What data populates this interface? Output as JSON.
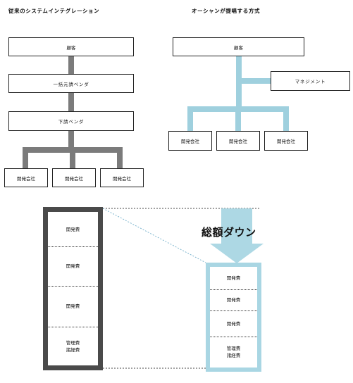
{
  "left": {
    "title": "従来のシステムインテグレーション",
    "client": "顧客",
    "prime": "一括元請ベンダ",
    "sub": "下請ベンダ",
    "devs": [
      "開発会社",
      "開発会社",
      "開発会社"
    ]
  },
  "right": {
    "title": "オーシャンが提唱する方式",
    "client": "顧客",
    "management": "マネジメント",
    "devs": [
      "開発会社",
      "開発会社",
      "開発会社"
    ]
  },
  "bottom": {
    "banner": "総額ダウン",
    "left_cost": [
      "開発費",
      "開発費",
      "開発費",
      "管理費\n諸経費"
    ],
    "right_cost": [
      "開発費",
      "開発費",
      "開発費",
      "管理費\n諸経費"
    ]
  },
  "colors": {
    "left_line": "#7b7b7b",
    "right_line": "#9fd0de",
    "left_frame": "#4a4a4a",
    "right_frame": "#a9d6e3"
  }
}
